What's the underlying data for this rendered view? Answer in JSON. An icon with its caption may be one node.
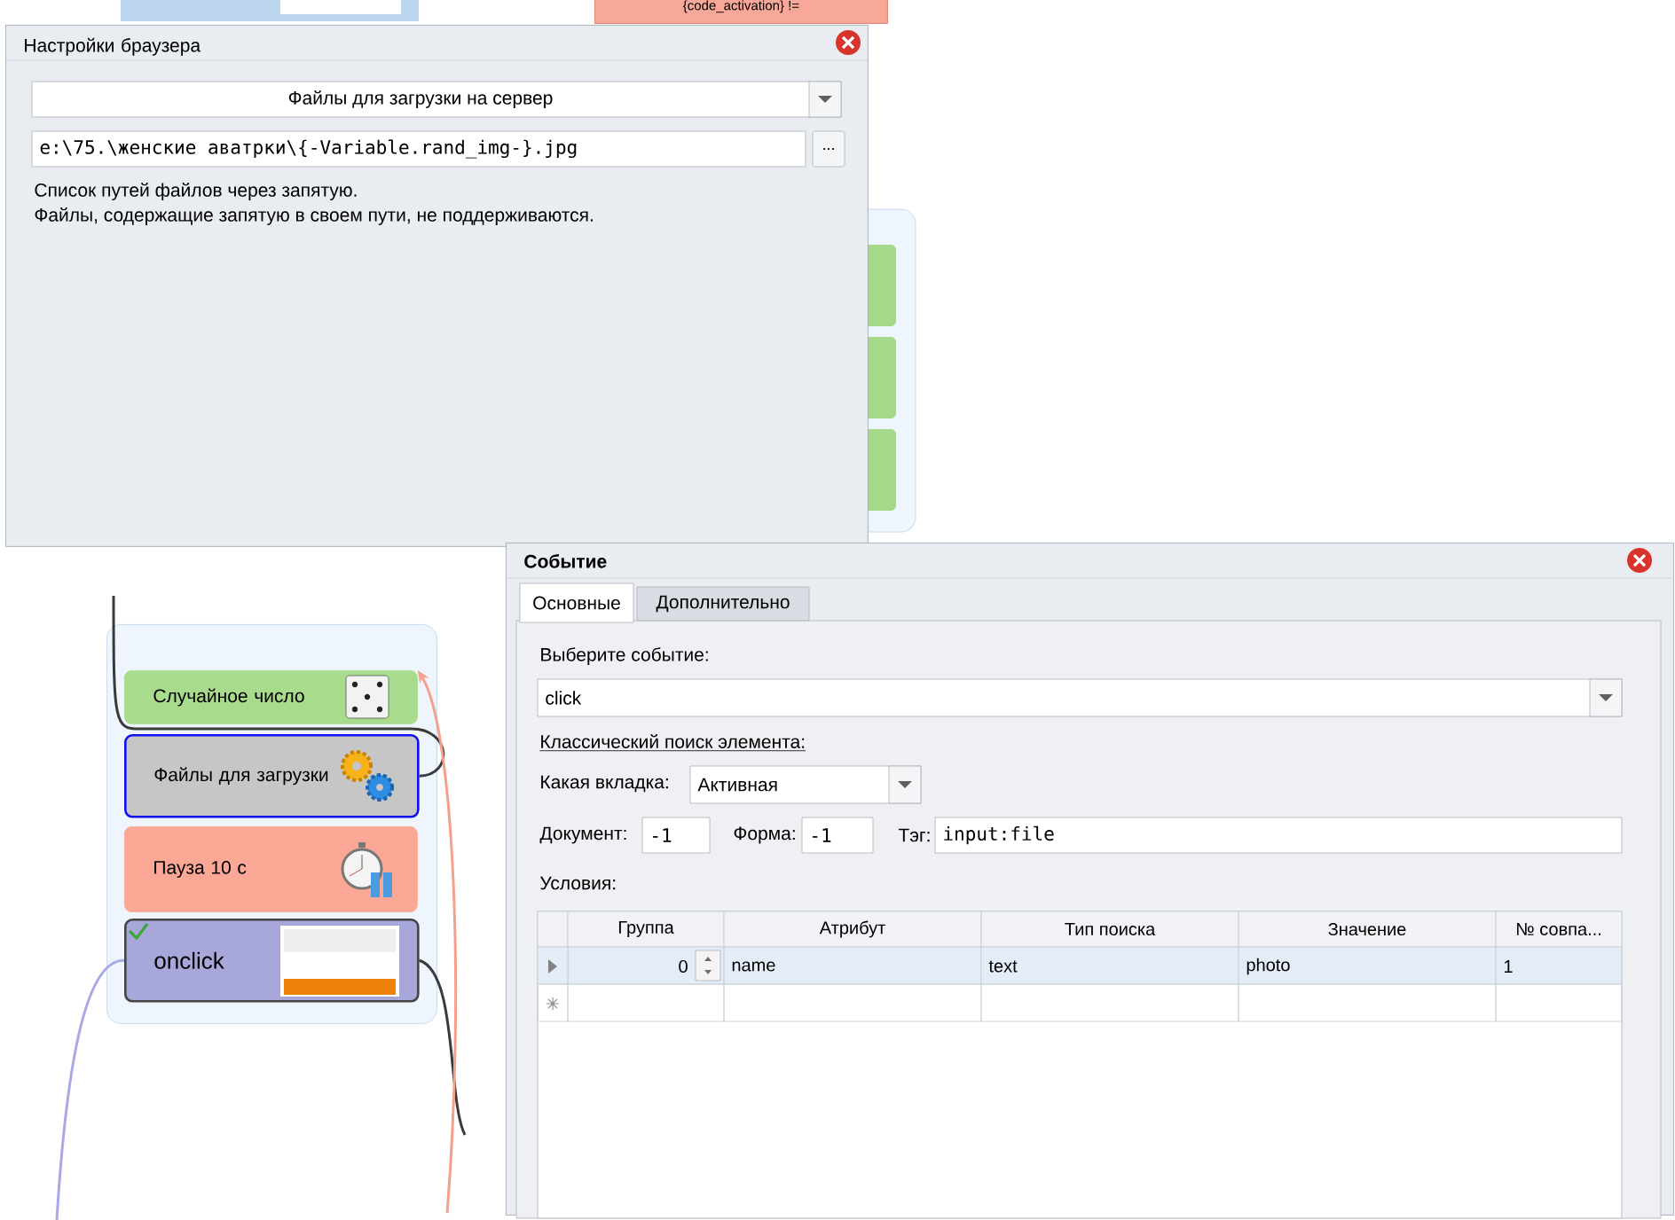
{
  "diagram": {
    "nodes": [
      {
        "text": [
          "{code_activation} !="
        ]
      },
      {
        "text": [
          "Настройки браузера"
        ]
      },
      {
        "text": [],
        "shape": "box"
      },
      {
        "text": [
          "Случайное число"
        ],
        "in": 2
      },
      {
        "text": [
          "Файлы для загрузки"
        ],
        "in": 2
      },
      {
        "text": [
          "Пауза 10 с"
        ],
        "in": 2
      },
      {
        "text": [
          "onclick"
        ],
        "in": 2
      },
      {
        "text": [
          "Событие"
        ]
      }
    ],
    "edges": [
      {
        "from": 4,
        "to": null,
        "arrow": "none"
      },
      {
        "from": 6,
        "to": null,
        "arrow": "none"
      },
      {
        "from": null,
        "to": 6,
        "arrow": "none",
        "color": "#a9a9e6"
      },
      {
        "from": null,
        "to": 3,
        "arrow": "to",
        "color": "#f4a08c"
      }
    ],
    "labels": [
      "Файлы для загрузки на сервер",
      "e:\\75.\\женские аватрки\\{-Variable.rand_img-}.jpg",
      "...",
      "Список путей файлов через запятую.",
      "Файлы, содержащие запятую в своем пути, не поддерживаются.",
      "Основные",
      "Дополнительно",
      "Выберите событие:",
      "click",
      "Классический поиск элемента:",
      "Какая вкладка:",
      "Активная",
      "Документ:",
      "-1",
      "Форма:",
      "-1",
      "Тэг:",
      "input:file",
      "Условия:",
      "Группа",
      "Атрибут",
      "Тип поиска",
      "Значение",
      "№ совпа...",
      "0",
      "name",
      "text",
      "photo",
      "1"
    ]
  }
}
